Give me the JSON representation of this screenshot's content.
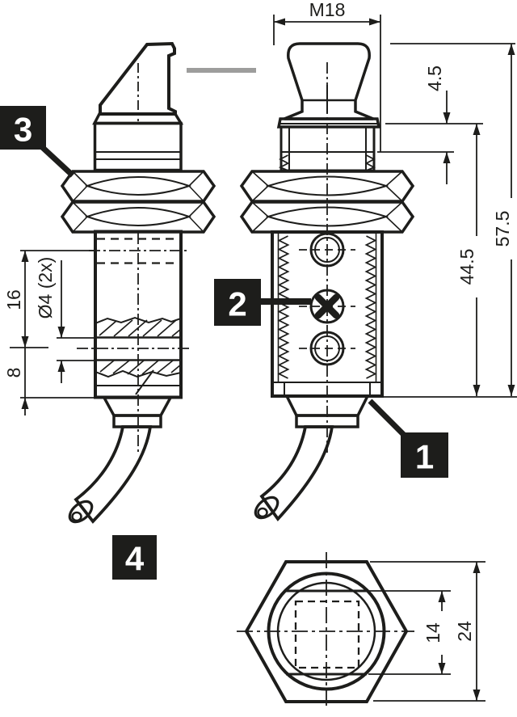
{
  "drawing": {
    "dimensions": {
      "thread": "M18",
      "head_height": "4.5",
      "total_length": "57.5",
      "body_length": "44.5",
      "hole_spacing": "16",
      "hole_diameter": "Ø4 (2x)",
      "hole_to_end": "8",
      "flats_width": "14",
      "nut_width": "24"
    },
    "callouts": {
      "one": "1",
      "two": "2",
      "three": "3",
      "four": "4"
    },
    "colors": {
      "line": "#1d1d1b",
      "beam_gray": "#9d9d9c",
      "callout_bg": "#1d1d1b",
      "callout_text": "#ffffff"
    }
  }
}
